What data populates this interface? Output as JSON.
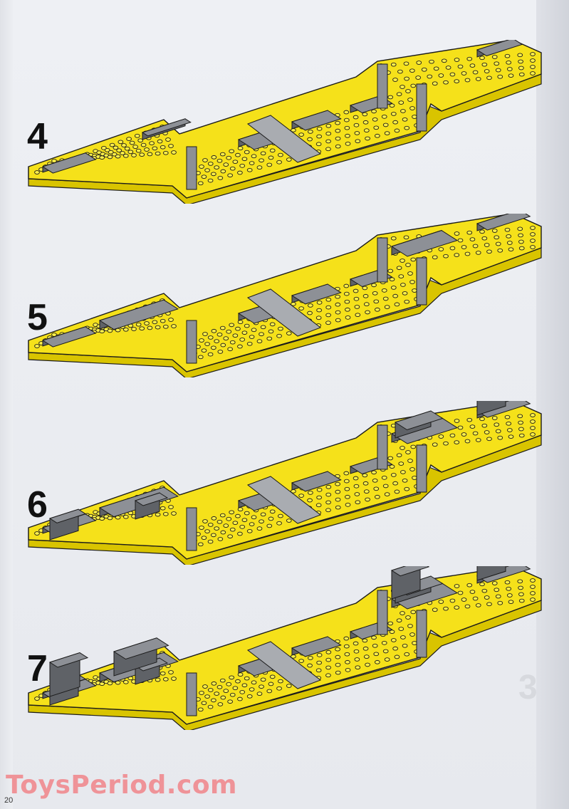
{
  "page": {
    "page_number": "20",
    "watermark": "ToysPeriod.com",
    "ghost_number": "3"
  },
  "colors": {
    "baseplate_yellow": "#f5e11a",
    "baseplate_side": "#d9c400",
    "brick_gray": "#8d9096",
    "brick_gray_light": "#a9acb1",
    "brick_gray_dark": "#5f6267",
    "outline": "#1b1b1b",
    "stud_yellow": "#fdf04a",
    "watermark": "#f08a8f"
  },
  "steps": [
    {
      "number": "4",
      "icon": "baseplate-with-gray-tiles-icon"
    },
    {
      "number": "5",
      "icon": "baseplate-with-gray-plates-icon"
    },
    {
      "number": "6",
      "icon": "baseplate-with-gray-slopes-icon"
    },
    {
      "number": "7",
      "icon": "baseplate-with-gray-walls-icon"
    }
  ]
}
